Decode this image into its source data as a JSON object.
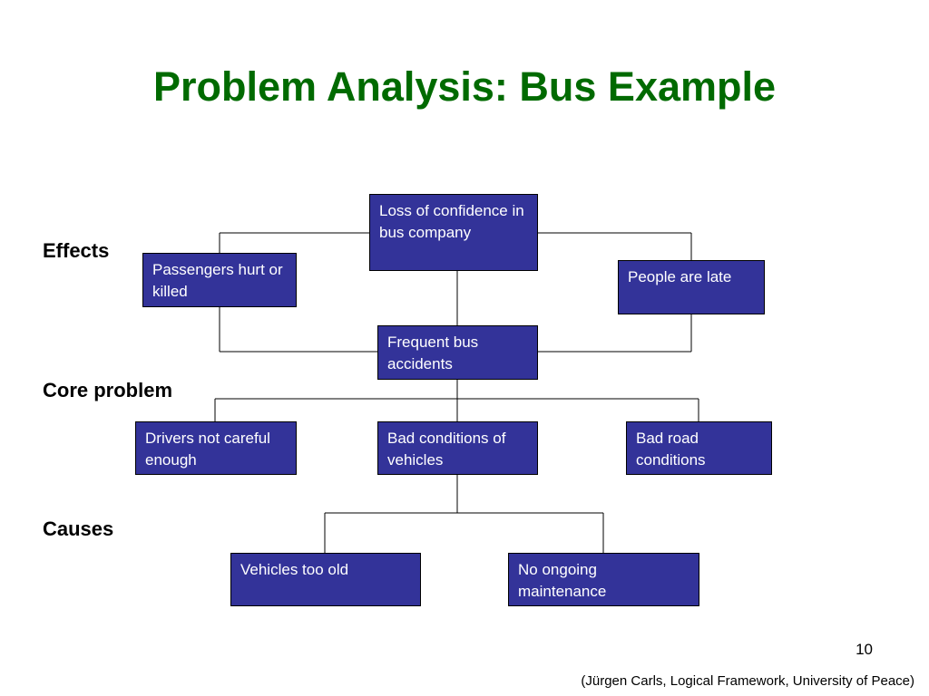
{
  "slide": {
    "title": "Problem Analysis: Bus Example",
    "page_number": "10",
    "citation": "(Jürgen Carls, Logical Framework, University of Peace)"
  },
  "colors": {
    "title": "#006a00",
    "node_fill": "#333399",
    "node_text": "#ffffff",
    "connector": "#000000"
  },
  "labels": {
    "effects": "Effects",
    "core_problem": "Core problem",
    "causes": "Causes"
  },
  "nodes": {
    "loss_of_confidence": "Loss of confidence in bus company",
    "passengers_hurt": "Passengers hurt or killed",
    "people_late": "People are late",
    "frequent_accidents": "Frequent bus accidents",
    "drivers_not_careful": "Drivers not careful enough",
    "bad_vehicle_conditions": "Bad conditions of vehicles",
    "bad_road_conditions": "Bad road conditions",
    "vehicles_too_old": "Vehicles too old",
    "no_maintenance": "No ongoing maintenance"
  }
}
